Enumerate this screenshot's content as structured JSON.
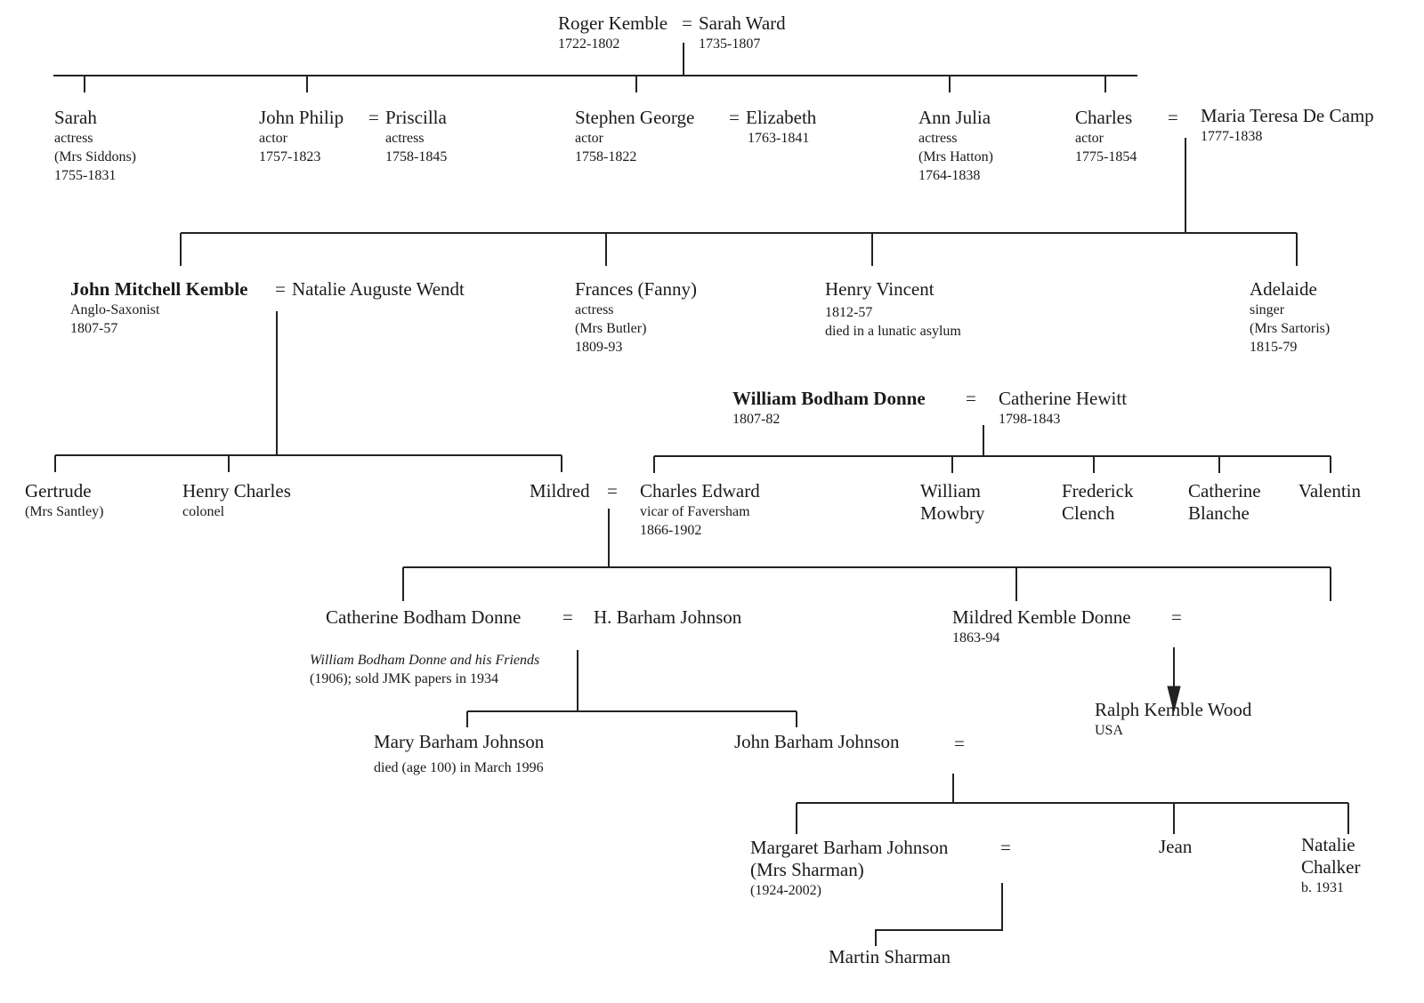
{
  "eq": "=",
  "p": {
    "roger": {
      "name": "Roger Kemble",
      "dates": "1722-1802"
    },
    "sarahw": {
      "name": "Sarah Ward",
      "dates": "1735-1807"
    },
    "sarah": {
      "name": "Sarah",
      "l1": "actress",
      "l2": "(Mrs Siddons)",
      "l3": "1755-1831"
    },
    "johnp": {
      "name": "John Philip",
      "l1": "actor",
      "l2": "1757-1823"
    },
    "priscilla": {
      "name": "Priscilla",
      "l1": "actress",
      "l2": "1758-1845"
    },
    "stephen": {
      "name": "Stephen George",
      "l1": "actor",
      "l2": "1758-1822"
    },
    "elizabeth": {
      "name": "Elizabeth",
      "l1": "1763-1841"
    },
    "ann": {
      "name": "Ann Julia",
      "l1": "actress",
      "l2": "(Mrs Hatton)",
      "l3": "1764-1838"
    },
    "charles": {
      "name": "Charles",
      "l1": "actor",
      "l2": "1775-1854"
    },
    "maria": {
      "name": "Maria Teresa De Camp",
      "l1": "1777-1838"
    },
    "jmk": {
      "name": "John Mitchell Kemble",
      "l1": "Anglo-Saxonist",
      "l2": "1807-57"
    },
    "natalie": {
      "name": "Natalie Auguste Wendt"
    },
    "fanny": {
      "name": "Frances (Fanny)",
      "l1": "actress",
      "l2": "(Mrs Butler)",
      "l3": "1809-93"
    },
    "henryv": {
      "name": "Henry Vincent",
      "l1": "1812-57",
      "l2": "died in a lunatic asylum"
    },
    "adelaide": {
      "name": "Adelaide",
      "l1": "singer",
      "l2": "(Mrs Sartoris)",
      "l3": "1815-79"
    },
    "wbd": {
      "name": "William Bodham Donne",
      "l1": "1807-82"
    },
    "cath_hewitt": {
      "name": "Catherine Hewitt",
      "l1": "1798-1843"
    },
    "gertrude": {
      "name": "Gertrude",
      "l1": "(Mrs Santley)"
    },
    "henryc": {
      "name": "Henry Charles",
      "l1": "colonel"
    },
    "mildred": {
      "name": "Mildred"
    },
    "charlese": {
      "name": "Charles Edward",
      "l1": "vicar of Faversham",
      "l2": "1866-1902"
    },
    "william": {
      "l1": "William",
      "l2": "Mowbry"
    },
    "frederick": {
      "l1": "Frederick",
      "l2": "Clench"
    },
    "catherineb": {
      "l1": "Catherine",
      "l2": "Blanche"
    },
    "valentin": {
      "name": "Valentin"
    },
    "cbd": {
      "name": "Catherine Bodham Donne",
      "l1": "William Bodham Donne and his Friends",
      "l2": "(1906); sold JMK papers in 1934"
    },
    "hbj": {
      "name": "H. Barham Johnson"
    },
    "mkd": {
      "name": "Mildred Kemble Donne",
      "l1": "1863-94"
    },
    "ralph": {
      "name": "Ralph Kemble Wood",
      "l1": "USA"
    },
    "mary": {
      "name": "Mary Barham Johnson",
      "l1": "died (age 100) in March 1996"
    },
    "johnbj": {
      "name": "John Barham Johnson"
    },
    "margaret": {
      "name": "Margaret Barham Johnson",
      "l1": "(Mrs Sharman)",
      "l2": "(1924-2002)"
    },
    "jean": {
      "name": "Jean"
    },
    "natalie2": {
      "l1": "Natalie",
      "l2": "Chalker",
      "l3": "b. 1931"
    },
    "martin": {
      "name": "Martin Sharman"
    }
  }
}
